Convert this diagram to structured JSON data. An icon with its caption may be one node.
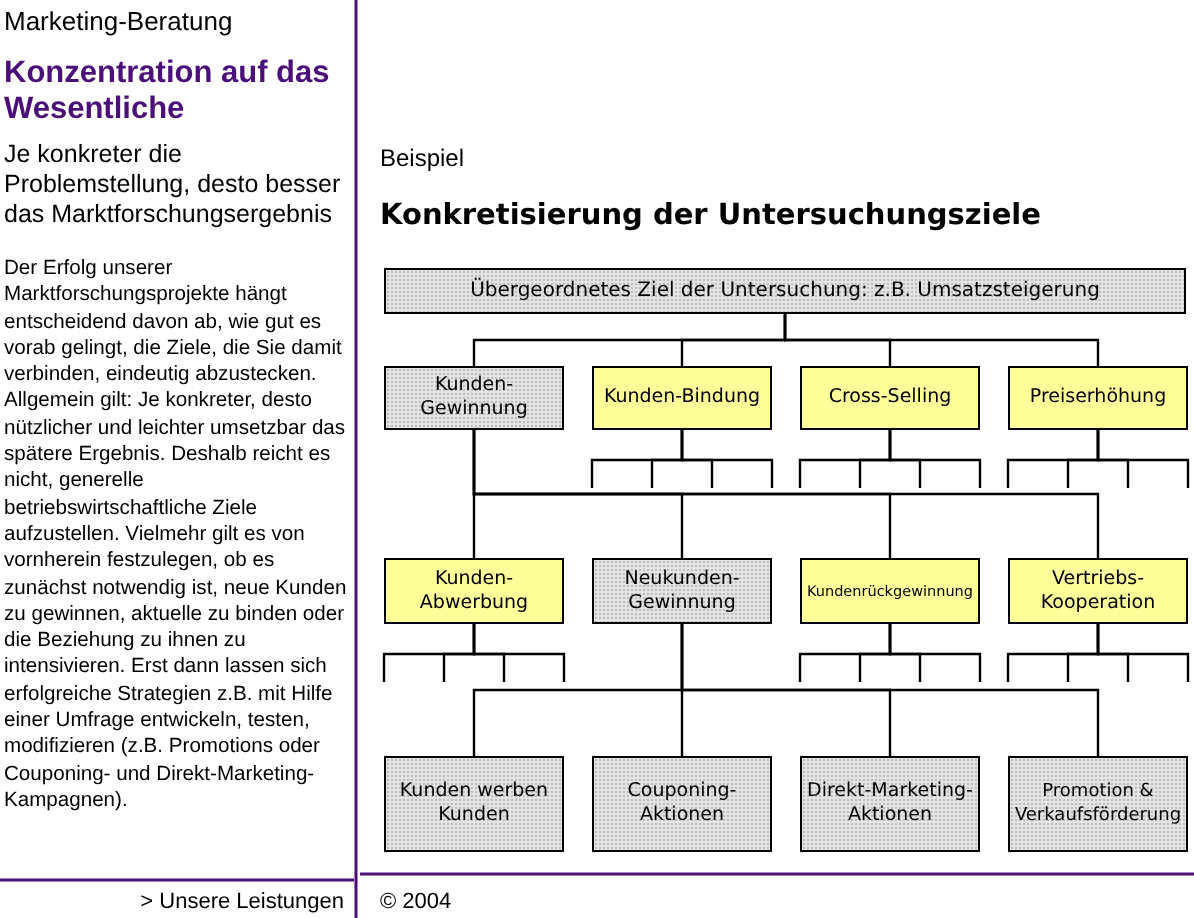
{
  "diagram": {
    "title": "Konkretisierung der Untersuchungsziele",
    "nodes": [
      {
        "text": [
          "Übergeordnetes Ziel der Untersuchung: z.B. Umsatzsteigerung"
        ]
      },
      {
        "text": [
          "Kunden-Gewinnung"
        ]
      },
      {
        "text": [
          "Kunden-Bindung"
        ]
      },
      {
        "text": [
          "Cross-Selling"
        ]
      },
      {
        "text": [
          "Preiserhöhung"
        ]
      },
      {
        "text": [
          "Kunden-Abwerbung"
        ]
      },
      {
        "text": [
          "Neukunden-Gewinnung"
        ]
      },
      {
        "text": [
          "Kundenrückgewinnung"
        ]
      },
      {
        "text": [
          "Vertriebs-Kooperation"
        ]
      },
      {
        "text": [
          "Kunden werben Kunden"
        ]
      },
      {
        "text": [
          "Couponing-Aktionen"
        ]
      },
      {
        "text": [
          "Direkt-Marketing-Aktionen"
        ]
      },
      {
        "text": [
          "Promotion & Verkaufsförderung"
        ]
      }
    ],
    "edges": [
      {
        "from": 0,
        "to": 1,
        "arrow": "none"
      },
      {
        "from": 0,
        "to": 2,
        "arrow": "none"
      },
      {
        "from": 0,
        "to": 3,
        "arrow": "none"
      },
      {
        "from": 0,
        "to": 4,
        "arrow": "none"
      },
      {
        "from": 2,
        "to": null,
        "arrow": "none"
      },
      {
        "from": 2,
        "to": null,
        "arrow": "none"
      },
      {
        "from": 2,
        "to": null,
        "arrow": "none"
      },
      {
        "from": 2,
        "to": null,
        "arrow": "none"
      },
      {
        "from": 3,
        "to": null,
        "arrow": "none"
      },
      {
        "from": 3,
        "to": null,
        "arrow": "none"
      },
      {
        "from": 3,
        "to": null,
        "arrow": "none"
      },
      {
        "from": 3,
        "to": null,
        "arrow": "none"
      },
      {
        "from": 4,
        "to": null,
        "arrow": "none"
      },
      {
        "from": 4,
        "to": null,
        "arrow": "none"
      },
      {
        "from": 4,
        "to": null,
        "arrow": "none"
      },
      {
        "from": 4,
        "to": null,
        "arrow": "none"
      },
      {
        "from": 1,
        "to": 5,
        "arrow": "none"
      },
      {
        "from": 1,
        "to": 6,
        "arrow": "none"
      },
      {
        "from": 1,
        "to": 7,
        "arrow": "none"
      },
      {
        "from": 1,
        "to": 8,
        "arrow": "none"
      },
      {
        "from": 5,
        "to": null,
        "arrow": "none"
      },
      {
        "from": 5,
        "to": null,
        "arrow": "none"
      },
      {
        "from": 5,
        "to": null,
        "arrow": "none"
      },
      {
        "from": 5,
        "to": null,
        "arrow": "none"
      },
      {
        "from": 7,
        "to": null,
        "arrow": "none"
      },
      {
        "from": 7,
        "to": null,
        "arrow": "none"
      },
      {
        "from": 7,
        "to": null,
        "arrow": "none"
      },
      {
        "from": 7,
        "to": null,
        "arrow": "none"
      },
      {
        "from": 8,
        "to": null,
        "arrow": "none"
      },
      {
        "from": 8,
        "to": null,
        "arrow": "none"
      },
      {
        "from": 8,
        "to": null,
        "arrow": "none"
      },
      {
        "from": 8,
        "to": null,
        "arrow": "none"
      },
      {
        "from": 6,
        "to": 9,
        "arrow": "none"
      },
      {
        "from": 6,
        "to": 10,
        "arrow": "none"
      },
      {
        "from": 6,
        "to": 11,
        "arrow": "none"
      },
      {
        "from": 6,
        "to": 12,
        "arrow": "none"
      }
    ],
    "labels": [
      "Marketing-Beratung",
      "Konzentration auf das Wesentliche",
      "Je konkreter die Problemstellung, desto besser das Marktforschungsergebnis",
      "Der Erfolg unserer Marktforschungsprojekte hängt entscheidend davon ab, wie gut es vorab gelingt, die Ziele, die Sie damit verbinden, eindeutig abzustecken. Allgemein gilt: Je konkreter, desto nützlicher und leichter umsetzbar das spätere Ergebnis. Deshalb reicht es nicht, generelle betriebswirtschaftliche Ziele aufzustellen. Vielmehr gilt es von vornherein festzulegen, ob es zunächst notwendig ist, neue Kunden zu gewinnen, aktuelle zu binden oder die Beziehung zu ihnen zu intensivieren. Erst dann lassen sich erfolgreiche Strategien z.B. mit Hilfe einer Umfrage entwickeln, testen, modifizieren (z.B. Promotions oder Couponing- und Direkt-Marketing-Kampagnen).",
      "> Unsere Leistungen",
      "Beispiel",
      "© 2004"
    ]
  }
}
